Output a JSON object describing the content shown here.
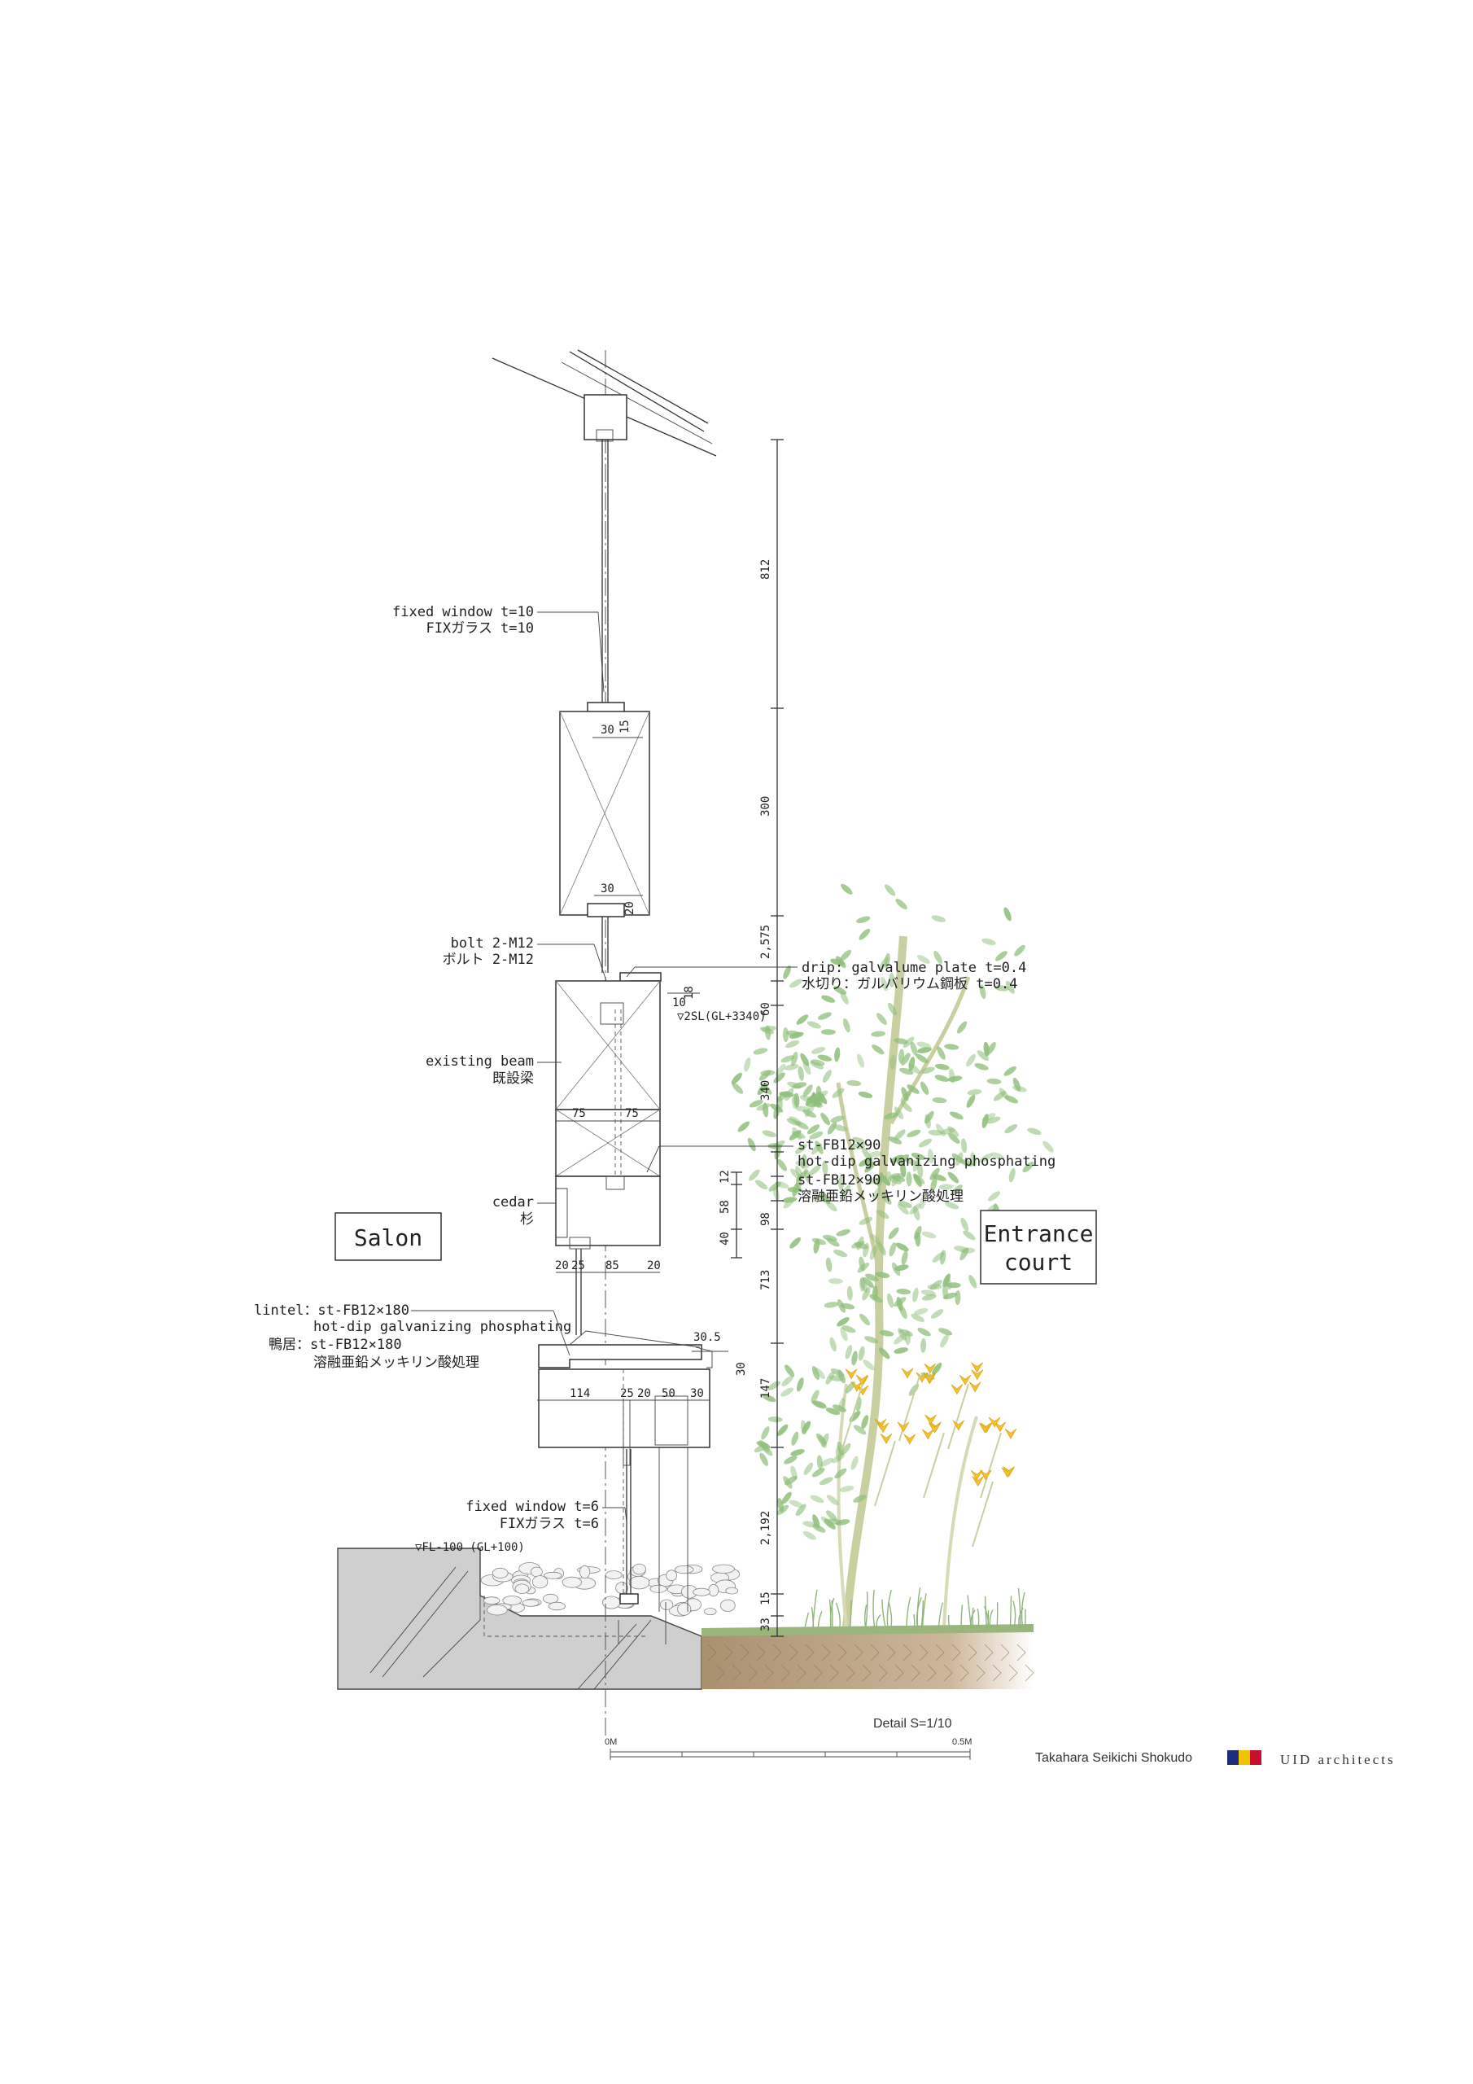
{
  "rooms": {
    "salon": "Salon",
    "entrance_line1": "Entrance",
    "entrance_line2": "court"
  },
  "labels": {
    "fixed_window_top_en": "fixed window t=10",
    "fixed_window_top_jp": "FIXガラス t=10",
    "bolt_en": "bolt 2-M12",
    "bolt_jp": "ボルト 2-M12",
    "drip_en": "drip: galvalume plate t=0.4",
    "drip_jp": "水切り：ガルバリウム鋼板 t=0.4",
    "level_2sl": "▽2SL(GL+3340)",
    "existing_beam_en": "existing beam",
    "existing_beam_jp": "既設梁",
    "fb90_en1": "st-FB12×90",
    "fb90_en2": "hot-dip galvanizing phosphating",
    "fb90_jp1": "st-FB12×90",
    "fb90_jp2": "溶融亜鉛メッキリン酸処理",
    "cedar_en": "cedar",
    "cedar_jp": "杉",
    "lintel_en1": "lintel：st-FB12×180",
    "lintel_en2": "hot-dip galvanizing phosphating",
    "lintel_jp1": "鴨居：st-FB12×180",
    "lintel_jp2": "溶融亜鉛メッキリン酸処理",
    "fixed_window_bottom_en": "fixed window t=6",
    "fixed_window_bottom_jp": "FIXガラス t=6",
    "level_fl": "▽FL-100 (GL+100)"
  },
  "dimensions": {
    "vertical": [
      "812",
      "300",
      "2,575",
      "60",
      "340",
      "12",
      "58",
      "98",
      "40",
      "713",
      "147",
      "2,192",
      "15",
      "33"
    ],
    "horizontal": {
      "d30a": "30",
      "d15": "15",
      "d30b": "30",
      "d20a": "20",
      "d18": "18",
      "d10": "10",
      "d75a": "75",
      "d75b": "75",
      "d20b": "20",
      "d25a": "25",
      "d85": "85",
      "d20c": "20",
      "d30_5": "30.5",
      "d30c": "30",
      "d114": "114",
      "d25b": "25",
      "d20d": "20",
      "d50": "50",
      "d30d": "30"
    }
  },
  "footer": {
    "detail": "Detail S=1/10",
    "scale_start": "0M",
    "scale_end": "0.5M",
    "project": "Takahara Seikichi Shokudo",
    "firm": "UID architects",
    "logo_letters": "UID",
    "logo_colors": [
      "#1d2f7a",
      "#f2c300",
      "#c8102e"
    ]
  },
  "colors": {
    "leaf_green": "#8fbf7a",
    "trunk": "#cfd3a8",
    "flower_yellow": "#f2c12e",
    "soil": "#b8a186",
    "concrete": "#cfcfcf"
  }
}
